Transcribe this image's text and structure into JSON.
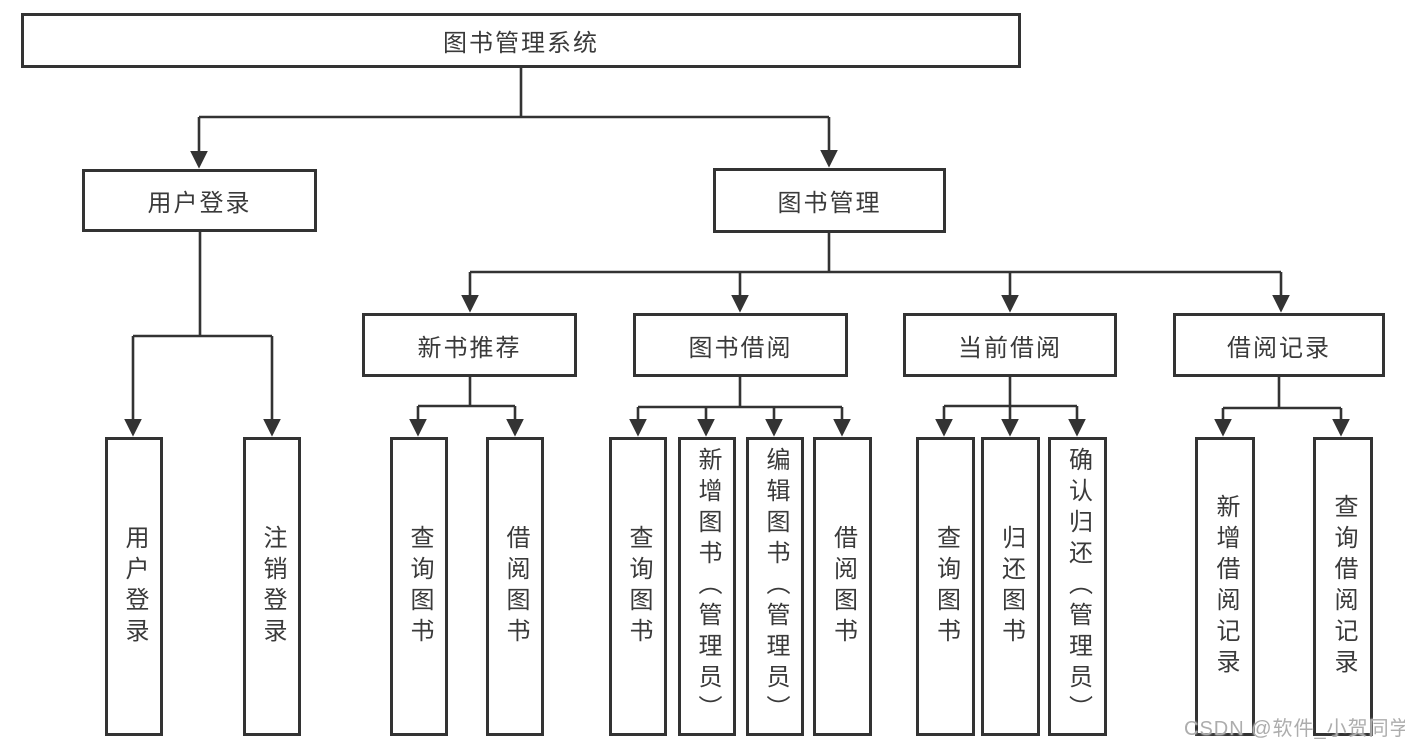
{
  "nodes": {
    "root": "图书管理系统",
    "user_login": "用户登录",
    "book_mgmt": "图书管理",
    "new_book_rec": "新书推荐",
    "book_borrow": "图书借阅",
    "current_borrow": "当前借阅",
    "borrow_record": "借阅记录",
    "leaf_user_login": "用户登录",
    "leaf_logout": "注销登录",
    "leaf_query_book_a": "查询图书",
    "leaf_borrow_book_a": "借阅图书",
    "leaf_query_book_b": "查询图书",
    "leaf_add_book": "新增图书（管理员）",
    "leaf_edit_book": "编辑图书（管理员）",
    "leaf_borrow_book_b": "借阅图书",
    "leaf_query_book_c": "查询图书",
    "leaf_return_book": "归还图书",
    "leaf_confirm_return": "确认归还（管理员）",
    "leaf_add_record": "新增借阅记录",
    "leaf_query_record": "查询借阅记录"
  },
  "watermark": "CSDN @软件_小贺同学",
  "colors": {
    "line": "#333333",
    "text": "#3a3a3a",
    "background": "#ffffff",
    "watermark": "#adadad"
  }
}
